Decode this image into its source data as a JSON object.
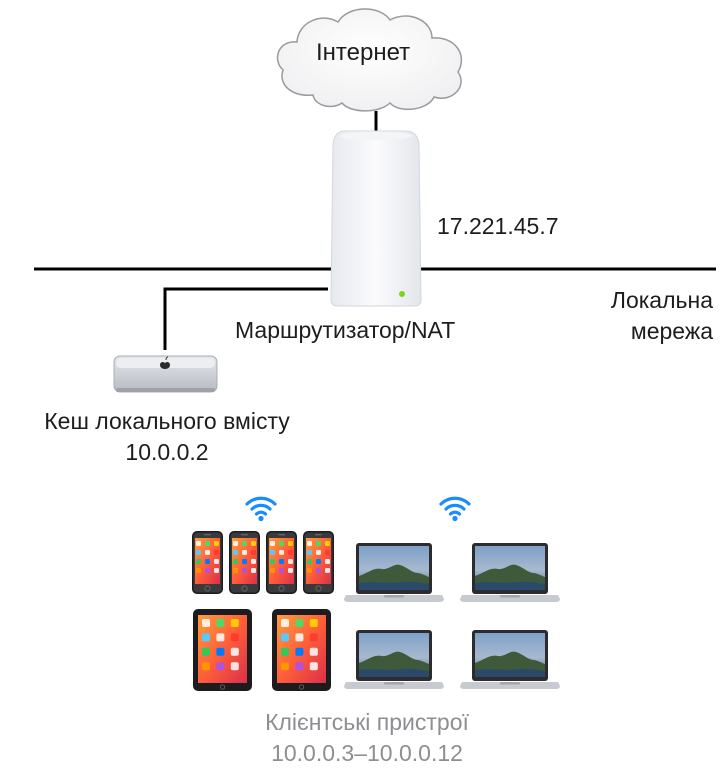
{
  "internet": {
    "label": "Інтернет"
  },
  "router": {
    "label": "Маршрутизатор/NAT",
    "public_ip": "17.221.45.7",
    "status_led_color": "#7ed321"
  },
  "local_network": {
    "label_line1": "Локальна",
    "label_line2": "мережа"
  },
  "content_cache": {
    "label": "Кеш локального вмісту",
    "ip": "10.0.0.2"
  },
  "clients": {
    "label": "Клієнтські пристрої",
    "ip_range": "10.0.0.3–10.0.0.12",
    "label_color": "#8e8e93",
    "wifi_color": "#1a8cff",
    "iphone_count": 4,
    "ipad_count": 2,
    "macbook_count": 4
  }
}
